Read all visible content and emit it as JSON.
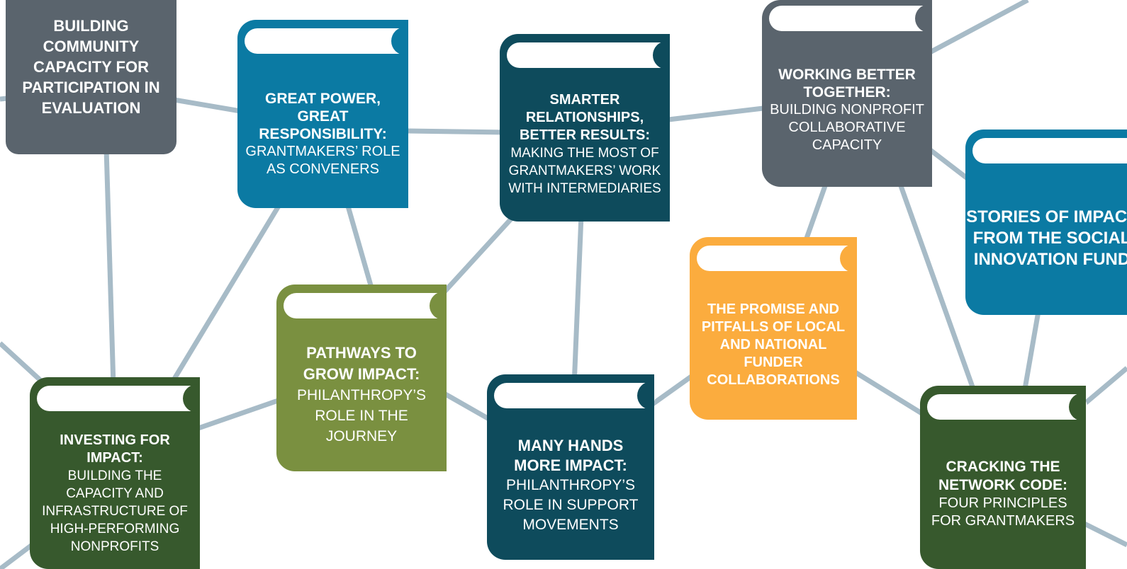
{
  "colors": {
    "line": "#a7bbc7",
    "slate": "#5a646d",
    "blue": "#0b7aa3",
    "teal": "#0e4b5c",
    "olive": "#7a9040",
    "forest": "#37592d",
    "orange": "#fbac3e",
    "page": "#ffffff"
  },
  "books": {
    "community_capacity": {
      "title": "BUILDING COMMUNITY CAPACITY FOR PARTICIPATION IN EVALUATION",
      "subtitle": ""
    },
    "great_power": {
      "title": "GREAT POWER, GREAT RESPONSIBILITY:",
      "subtitle": "GRANTMAKERS’ ROLE AS CONVENERS"
    },
    "smarter_relationships": {
      "title": "SMARTER RELATIONSHIPS, BETTER RESULTS:",
      "subtitle": "MAKING THE MOST OF GRANTMAKERS’ WORK WITH INTERMEDIARIES"
    },
    "working_better": {
      "title": "WORKING BETTER TOGETHER:",
      "subtitle": "BUILDING NONPROFIT COLLABORATIVE CAPACITY"
    },
    "stories_of_impact": {
      "title": "STORIES OF IMPACT FROM THE SOCIAL INNOVATION FUND",
      "subtitle": ""
    },
    "pathways": {
      "title": "PATHWAYS TO GROW IMPACT:",
      "subtitle": "PHILANTHROPY’S ROLE IN THE JOURNEY"
    },
    "promise_pitfalls": {
      "title": "THE PROMISE AND PITFALLS OF LOCAL AND NATIONAL FUNDER COLLABORATIONS",
      "subtitle": ""
    },
    "investing": {
      "title": "INVESTING FOR IMPACT:",
      "subtitle": "BUILDING THE CAPACITY AND INFRASTRUCTURE OF HIGH-PERFORMING NONPROFITS"
    },
    "many_hands": {
      "title": "MANY HANDS MORE IMPACT:",
      "subtitle": "PHILANTHROPY’S ROLE IN SUPPORT MOVEMENTS"
    },
    "network_code": {
      "title": "CRACKING THE NETWORK CODE:",
      "subtitle": "FOUR PRINCIPLES FOR GRANTMAKERS"
    }
  }
}
